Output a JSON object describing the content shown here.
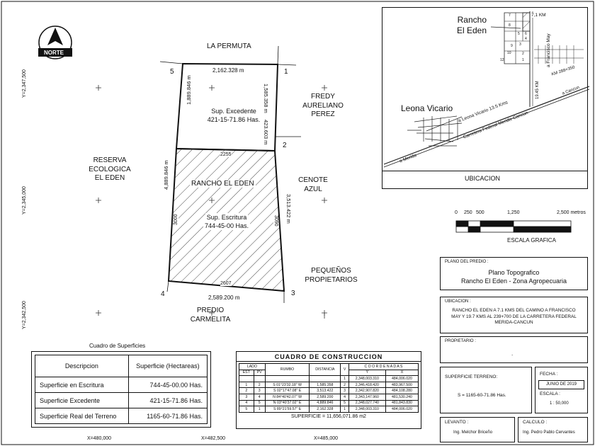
{
  "north_label": "NORTE",
  "adjacent": {
    "top": "LA PERMUTA",
    "right_top": [
      "FREDY",
      "AURELIANO",
      "PEREZ"
    ],
    "left": [
      "RESERVA",
      "ECOLOGICA",
      "EL EDEN"
    ],
    "right_mid": [
      "CENOTE",
      "AZUL"
    ],
    "right_bottom": [
      "PEQUEÑOS",
      "PROPIETARIOS"
    ],
    "bottom": [
      "PREDIO",
      "CARMELITA"
    ]
  },
  "vertices": [
    "1",
    "2",
    "3",
    "4",
    "5"
  ],
  "dimensions": {
    "top": "2,162.328 m",
    "left_upper": "1,889.846 m",
    "right_upper": "1,585.358 m",
    "right_short": "423.603 m",
    "left_total": "4,889.846 m",
    "right_lower": "3,513.422 m",
    "bottom": "2,589.200 m",
    "inner_top": "2255",
    "inner_left": "3000",
    "inner_right": "3090",
    "inner_bottom": "2607"
  },
  "polygon_labels": {
    "excedente": [
      "Sup. Excedente",
      "421-15-71.86 Has."
    ],
    "rancho": "RANCHO EL EDEN",
    "escritura": [
      "Sup. Escritura",
      "744-45-00 Has."
    ]
  },
  "coords": {
    "y1": "Y=2,347,500",
    "y2": "Y=2,345,000",
    "y3": "Y=2,342,500",
    "x1": "X=480,000",
    "x2": "X=482,500",
    "x3": "X=485,000"
  },
  "location_map": {
    "title": [
      "Rancho",
      "El Eden"
    ],
    "km71": "7,1 KM",
    "to_francisco": "a Francisco May",
    "km1945": "19.45 KM",
    "km288": "KM 288+350",
    "to_cancun": "a Cancun",
    "town": "Leona Vicario",
    "road_leona": "a Leona Vicario 13.5 Kms",
    "road_fed": "Carretera Federal Merida-Cancun",
    "to_merida": "a Merida",
    "lots": [
      "7",
      "8",
      "5",
      "6",
      "4",
      "3",
      "2",
      "1",
      "9",
      "10",
      "12"
    ],
    "caption": "UBICACION"
  },
  "scale": {
    "ticks": [
      "0",
      "250",
      "500",
      "1,250",
      "2,500 metros"
    ],
    "label": "ESCALA GRAFICA"
  },
  "plano": {
    "header": "PLANO DEL PREDIO :",
    "title": [
      "Plano Topografico",
      "Rancho El Eden - Zona Agropecuaria"
    ]
  },
  "ubicacion": {
    "header": "UBICACION :",
    "text": [
      "RANCHO EL EDEN A 7.1 KMS DEL CAMINO A FRANCISCO",
      "MAY Y 19.7 KMS AL 239+700 DE LA CARRETERA FEDERAL",
      "MERIDA-CANCUN"
    ]
  },
  "propietario": {
    "header": "PROPIETARIO :",
    "value": "."
  },
  "superficie": {
    "header": "SUPERFICIE TERRENO:",
    "value": "S = 1165-60-71.86 Has."
  },
  "fecha": {
    "header": "FECHA :",
    "value": "JUNIO DE 2019"
  },
  "escala": {
    "header": "ESCALA :",
    "value": "1 : 50,000"
  },
  "levanto": {
    "header": "LEVANTO :",
    "value": "Ing. Melchor Briceño"
  },
  "calculo": {
    "header": "CALCULO :",
    "value": "Ing. Pedro Pablo Cervantes"
  },
  "cuadro_sup": {
    "title": "Cuadro de Superficies",
    "headers": [
      "Descripcion",
      "Superficie (Hectareas)"
    ],
    "rows": [
      [
        "Superficie en Escritura",
        "744-45-00.00 Has."
      ],
      [
        "Superficie Excedente",
        "421-15-71.86 Has."
      ],
      [
        "Superficie Real del Terreno",
        "1165-60-71.86 Has."
      ]
    ]
  },
  "cuadro_con": {
    "title": "CUADRO DE CONSTRUCCION",
    "h_lado": "LADO",
    "h_est": "EST",
    "h_pv": "PV",
    "h_rumbo": "RUMBO",
    "h_dist": "DISTANCIA",
    "h_v": "V",
    "h_coord": "C O O R D E N A D A S",
    "h_y": "Y",
    "h_x": "X",
    "first": [
      "1",
      "2,348,003.310",
      "484,006.020"
    ],
    "rows": [
      [
        "1",
        "2",
        "S 01°23'32.18\" W",
        "1,585.358",
        "2",
        "2,346,418.420",
        "483,967.500"
      ],
      [
        "2",
        "3",
        "S 02°17'47.08\" E",
        "3,513.422",
        "3",
        "2,342,907.820",
        "484,108.280"
      ],
      [
        "3",
        "4",
        "N 84°40'42.07\" W",
        "2,589.200",
        "4",
        "2,343,147.960",
        "481,530.240"
      ],
      [
        "4",
        "5",
        "N 03°40'37.02\" E",
        "4,889.846",
        "5",
        "2,348,027.740",
        "481,843.830"
      ],
      [
        "5",
        "1",
        "S 89°21'59.57\" E",
        "2,162.328",
        "1",
        "2,348,003.310",
        "484,006.020"
      ]
    ],
    "total": "SUPERFICIE = 11,656,071.86 m2"
  }
}
